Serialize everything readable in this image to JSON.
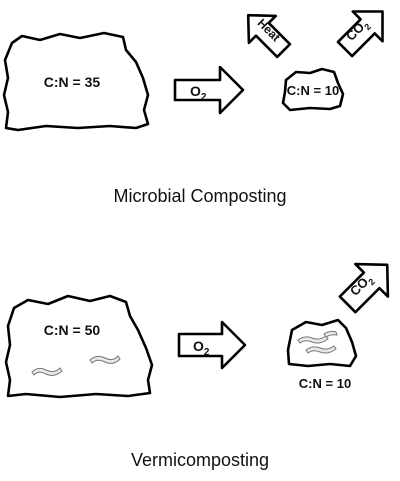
{
  "top_panel": {
    "caption": "Microbial Composting",
    "input_label": "C:N = 35",
    "arrow_label_main": "O",
    "arrow_label_sub": "2",
    "output_label": "C:N = 10",
    "heat_label": "Heat",
    "co2_label_main": "CO",
    "co2_label_sub": "2"
  },
  "bottom_panel": {
    "caption": "Vermicomposting",
    "input_label": "C:N = 50",
    "arrow_label_main": "O",
    "arrow_label_sub": "2",
    "output_label": "C:N = 10",
    "co2_label_main": "CO",
    "co2_label_sub": "2"
  }
}
